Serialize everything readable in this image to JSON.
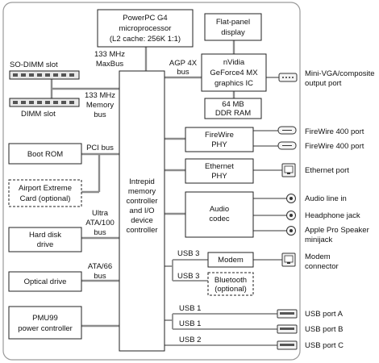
{
  "cpu": {
    "line1": "PowerPC G4",
    "line2": "microprocessor",
    "line3": "(L2 cache: 256K 1:1)"
  },
  "maxbus": {
    "line1": "133 MHz",
    "line2": "MaxBus"
  },
  "display": {
    "line1": "Flat-panel",
    "line2": "display"
  },
  "agp": {
    "line1": "AGP 4X",
    "line2": "bus"
  },
  "gpu": {
    "line1": "nVidia",
    "line2": "GeForce4 MX",
    "line3": "graphics IC"
  },
  "vram": {
    "line1": "64 MB",
    "line2": "DDR RAM"
  },
  "vga_port": {
    "line1": "Mini-VGA/composite",
    "line2": "output port"
  },
  "sodimm": "SO-DIMM slot",
  "dimm": "DIMM slot",
  "membus": {
    "line1": "133 MHz",
    "line2": "Memory",
    "line3": "bus"
  },
  "boot_rom": "Boot ROM",
  "pci_bus": "PCI bus",
  "airport": {
    "line1": "Airport Extreme",
    "line2": "Card (optional)"
  },
  "ata100": {
    "line1": "Ultra",
    "line2": "ATA/100",
    "line3": "bus"
  },
  "hdd": {
    "line1": "Hard disk",
    "line2": "drive"
  },
  "ata66": {
    "line1": "ATA/66",
    "line2": "bus"
  },
  "optical": "Optical drive",
  "pmu": {
    "line1": "PMU99",
    "line2": "power controller"
  },
  "controller": {
    "line1": "Intrepid",
    "line2": "memory",
    "line3": "controller",
    "line4": "and I/O",
    "line5": "device",
    "line6": "controller"
  },
  "firewire_phy": {
    "line1": "FireWire",
    "line2": "PHY"
  },
  "firewire_port_1": "FireWire 400 port",
  "firewire_port_2": "FireWire 400 port",
  "ethernet_phy": {
    "line1": "Ethernet",
    "line2": "PHY"
  },
  "ethernet_port": "Ethernet port",
  "audio_codec": {
    "line1": "Audio",
    "line2": "codec"
  },
  "audio_line_in": "Audio line in",
  "headphone_jack": "Headphone jack",
  "speaker_jack": {
    "line1": "Apple Pro Speaker",
    "line2": "minijack"
  },
  "usb3_modem": "USB 3",
  "modem": "Modem",
  "modem_connector": {
    "line1": "Modem",
    "line2": "connector"
  },
  "usb3_bluetooth": "USB 3",
  "bluetooth": {
    "line1": "Bluetooth",
    "line2": "(optional)"
  },
  "usb1_a": "USB 1",
  "usb1_b": "USB 1",
  "usb2": "USB 2",
  "usb_port_a": "USB port A",
  "usb_port_b": "USB port B",
  "usb_port_c": "USB port C"
}
